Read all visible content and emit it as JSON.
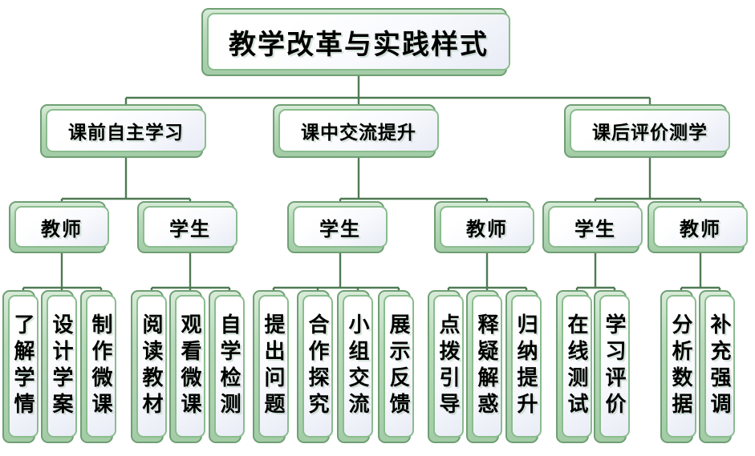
{
  "title": "教学改革与实践样式",
  "colors": {
    "connector_green": "#4f7a54",
    "back_panel_green": "#a3cca6",
    "back_border_green": "#6f9f74",
    "face_border_green": "#8abc8e",
    "face_fill": "#f8f9fd",
    "text": "#000000"
  },
  "phases": [
    {
      "label": "课前自主学习",
      "roles": [
        {
          "label": "教师",
          "tasks": [
            "了解学情",
            "设计学案",
            "制作微课"
          ]
        },
        {
          "label": "学生",
          "tasks": [
            "阅读教材",
            "观看微课",
            "自学检测"
          ]
        }
      ]
    },
    {
      "label": "课中交流提升",
      "roles": [
        {
          "label": "学生",
          "tasks": [
            "提出问题",
            "合作探究",
            "小组交流",
            "展示反馈"
          ]
        },
        {
          "label": "教师",
          "tasks": [
            "点拨引导",
            "释疑解惑",
            "归纳提升"
          ]
        }
      ]
    },
    {
      "label": "课后评价测学",
      "roles": [
        {
          "label": "学生",
          "tasks": [
            "在线测试",
            "学习评价"
          ]
        },
        {
          "label": "教师",
          "tasks": [
            "分析数据",
            "补充强调"
          ]
        }
      ]
    }
  ]
}
